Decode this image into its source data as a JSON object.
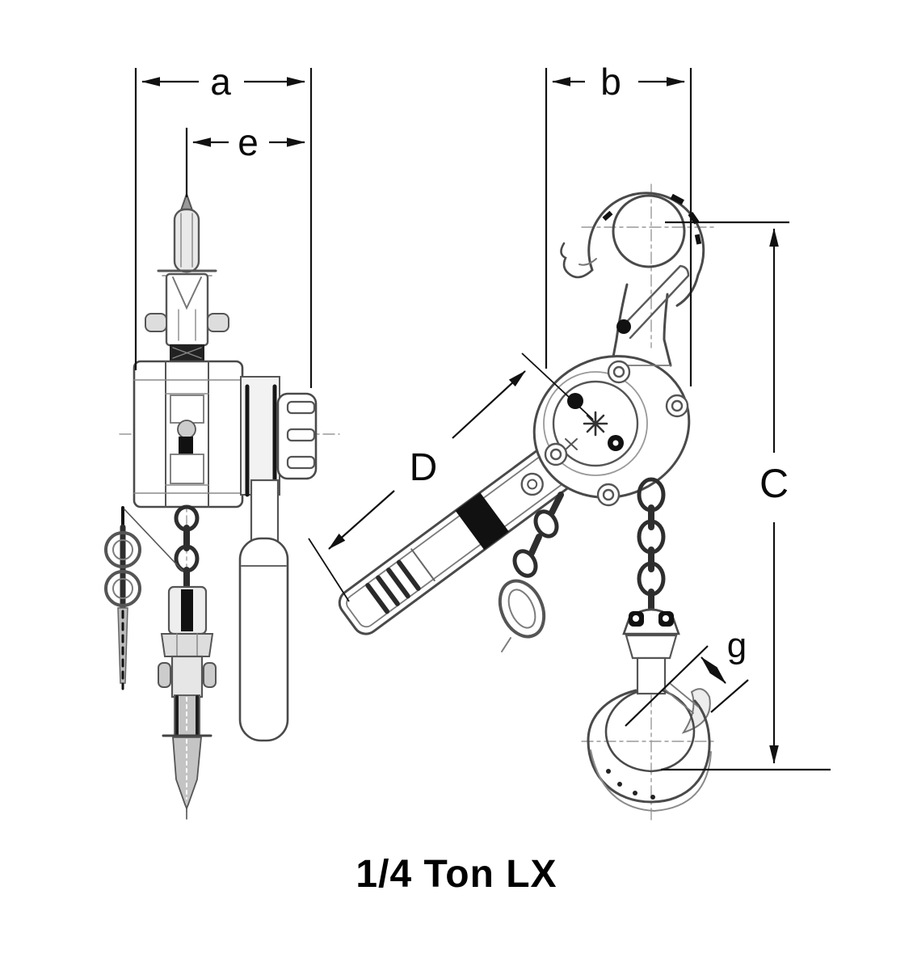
{
  "caption": "1/4 Ton LX",
  "labels": {
    "a": "a",
    "e": "e",
    "b": "b",
    "C": "C",
    "D": "D",
    "g": "g"
  },
  "colors": {
    "background": "#ffffff",
    "dimension_lines": "#111111",
    "drawing_lines": "#4a4a4a",
    "light_lines": "#999999",
    "text": "#000000"
  }
}
